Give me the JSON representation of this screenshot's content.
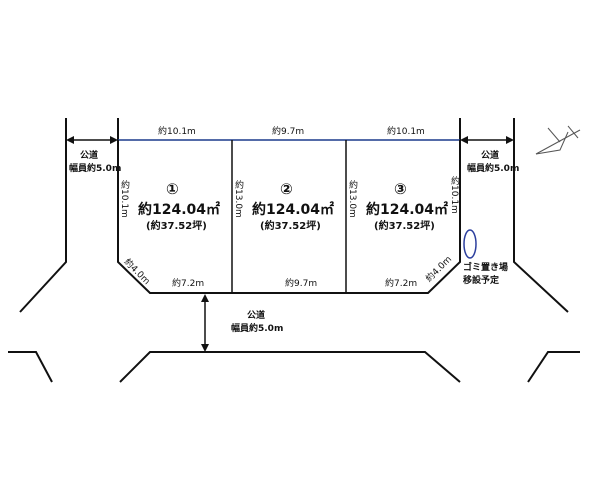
{
  "frontage": {
    "lot1_top": "約10.1m",
    "lot2_top": "約9.7m",
    "lot3_top": "約10.1m",
    "lot1_bottom": "約7.2m",
    "lot2_bottom": "約9.7m",
    "lot3_bottom": "約7.2m"
  },
  "sides": {
    "left_outer": "約10.1m",
    "lot1_lot2": "約13.0m",
    "lot2_lot3": "約13.0m",
    "right_outer": "約10.1m",
    "corner_left": "約4.0m",
    "corner_right": "約4.0m"
  },
  "lots": [
    {
      "number": "①",
      "area": "約124.04㎡",
      "tsubo": "(約37.52坪)"
    },
    {
      "number": "②",
      "area": "約124.04㎡",
      "tsubo": "(約37.52坪)"
    },
    {
      "number": "③",
      "area": "約124.04㎡",
      "tsubo": "(約37.52坪)"
    }
  ],
  "roads": {
    "left": {
      "name": "公道",
      "width": "幅員約5.0m"
    },
    "right": {
      "name": "公道",
      "width": "幅員約5.0m"
    },
    "bottom": {
      "name": "公道",
      "width": "幅員約5.0m"
    }
  },
  "note": {
    "line1": "ゴミ置き場",
    "line2": "移設予定"
  },
  "colors": {
    "line": "#111111",
    "boundary": "#1a3a8c",
    "marker": "#2c3f9e"
  }
}
